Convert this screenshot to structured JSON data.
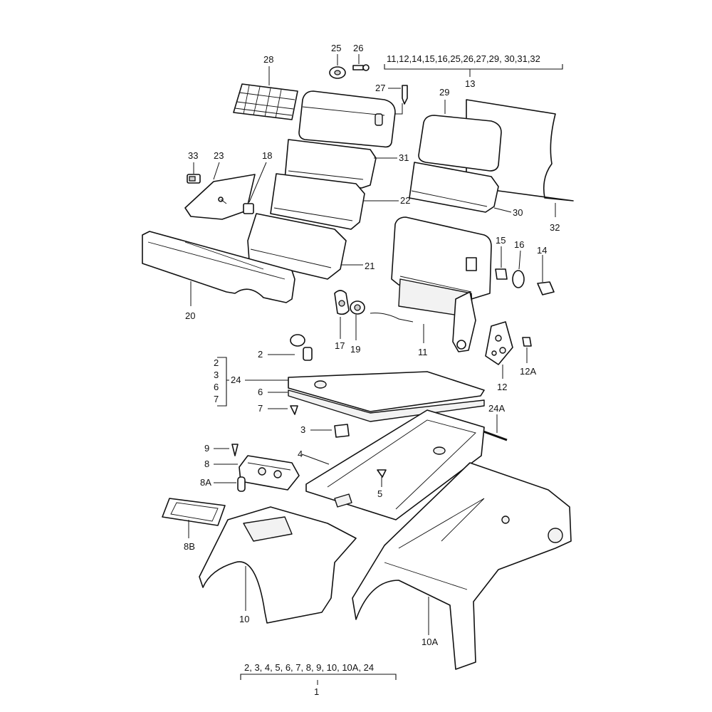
{
  "labels": {
    "l1": "1",
    "l2": "2",
    "l3": "3",
    "l4": "4",
    "l5": "5",
    "l6": "6",
    "l7": "7",
    "l8": "8",
    "l8a": "8A",
    "l8b": "8B",
    "l9": "9",
    "l10": "10",
    "l10a": "10A",
    "l11": "11",
    "l12": "12",
    "l12a": "12A",
    "l13": "13",
    "l14": "14",
    "l15": "15",
    "l16": "16",
    "l17": "17",
    "l18": "18",
    "l19": "19",
    "l20": "20",
    "l21": "21",
    "l22": "22",
    "l23": "23",
    "l24": "24",
    "l24a": "24A",
    "l25": "25",
    "l26": "26",
    "l27": "27",
    "l28": "28",
    "l29": "29",
    "l30": "30",
    "l31": "31",
    "l32": "32",
    "l33": "33"
  },
  "groups": {
    "group13_list": "11,12,14,15,16,25,26,27,29, 30,31,32",
    "group1_list": "2, 3, 4, 5, 6, 7, 8, 9, 10, 10A, 24",
    "group24_stack": [
      "2",
      "3",
      "6",
      "7"
    ]
  }
}
